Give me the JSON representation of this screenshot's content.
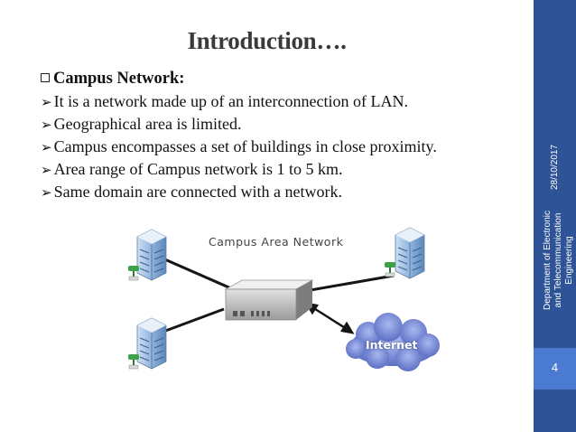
{
  "slide": {
    "title": "Introduction….",
    "heading": "Campus Network:",
    "bullets": [
      "It is a network made up of  an interconnection of LAN.",
      "Geographical area is limited.",
      "Campus encompasses a set of buildings in close proximity.",
      "Area range of Campus network is 1 to 5 km.",
      "Same domain are connected with a network."
    ]
  },
  "diagram": {
    "title": "Campus Area Network",
    "cloud_label": "Internet"
  },
  "sidebar": {
    "date": "28/10/2017",
    "department": "Department of Electronic and Telecommunication Engineering",
    "page_number": "4"
  },
  "colors": {
    "sidebar": "#2e5396",
    "page_box": "#4a7bd0",
    "cloud": "#7e8fd8"
  }
}
